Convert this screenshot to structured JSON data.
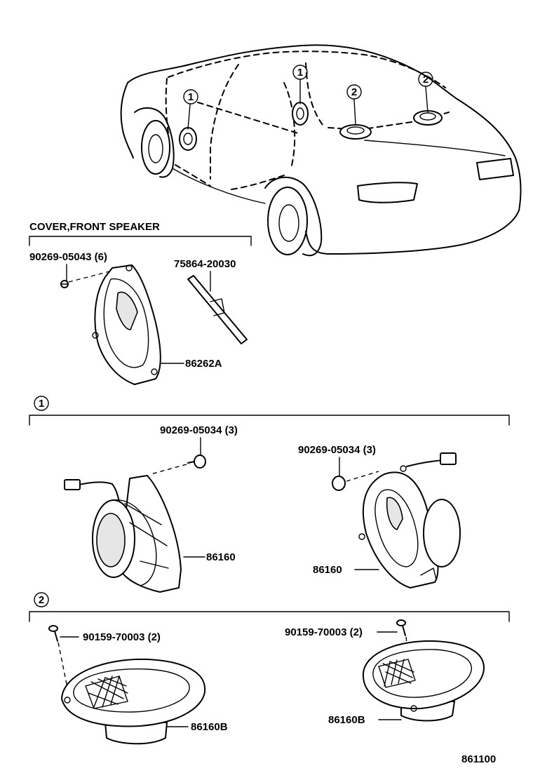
{
  "sections": {
    "cover_title": "COVER,FRONT SPEAKER",
    "group1_marker": "1",
    "group2_marker": "2"
  },
  "car_markers": [
    "1",
    "1",
    "2",
    "2"
  ],
  "parts": {
    "screw_cover": "90269-05043 (6)",
    "clip": "75864-20030",
    "cover": "86262A",
    "screw_g1_left": "90269-05034 (3)",
    "screw_g1_right": "90269-05034 (3)",
    "speaker_g1_left": "86160",
    "speaker_g1_right": "86160",
    "screw_g2_left": "90159-70003 (2)",
    "screw_g2_right": "90159-70003 (2)",
    "speaker_g2_left": "86160B",
    "speaker_g2_right": "86160B"
  },
  "diagram_id": "861100"
}
